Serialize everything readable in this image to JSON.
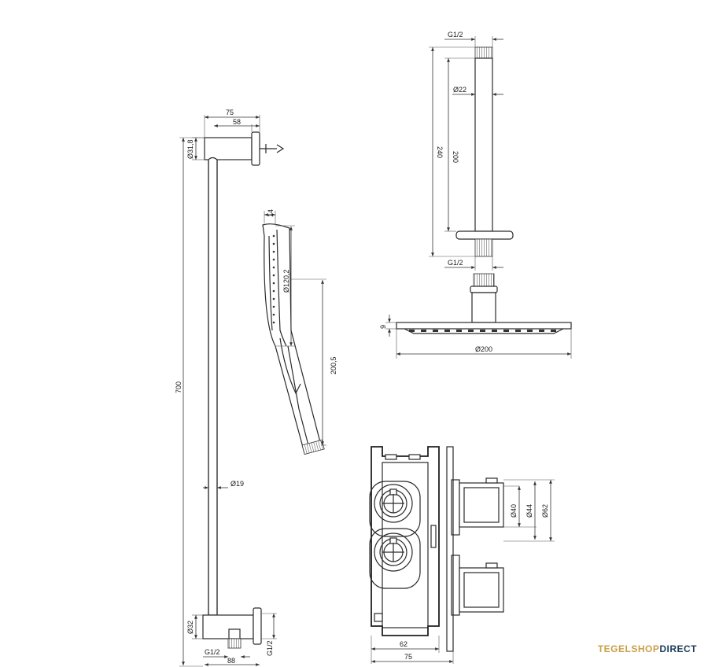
{
  "rail": {
    "w75": "75",
    "w58": "58",
    "d318": "Ø31,8",
    "h700": "700",
    "d19": "Ø19",
    "d32": "Ø32",
    "g12a": "G1/2",
    "w88": "88",
    "g12b": "G1/2"
  },
  "handshower": {
    "t14": "14",
    "d1202": "Ø120,2",
    "h2005": "200,5"
  },
  "arm": {
    "g12top": "G1/2",
    "d22": "Ø22",
    "h200": "200",
    "h240": "240",
    "g12bot": "G1/2"
  },
  "head": {
    "t9": "9",
    "d200": "Ø200"
  },
  "valve": {
    "d40": "Ø40",
    "d44": "Ø44",
    "d62": "Ø62",
    "w62": "62",
    "w75": "75"
  },
  "brand": {
    "part1": "TEGELSHOP",
    "part2": "DIRECT",
    "accent": "#c8a04a",
    "dark": "#1d3d5c"
  }
}
